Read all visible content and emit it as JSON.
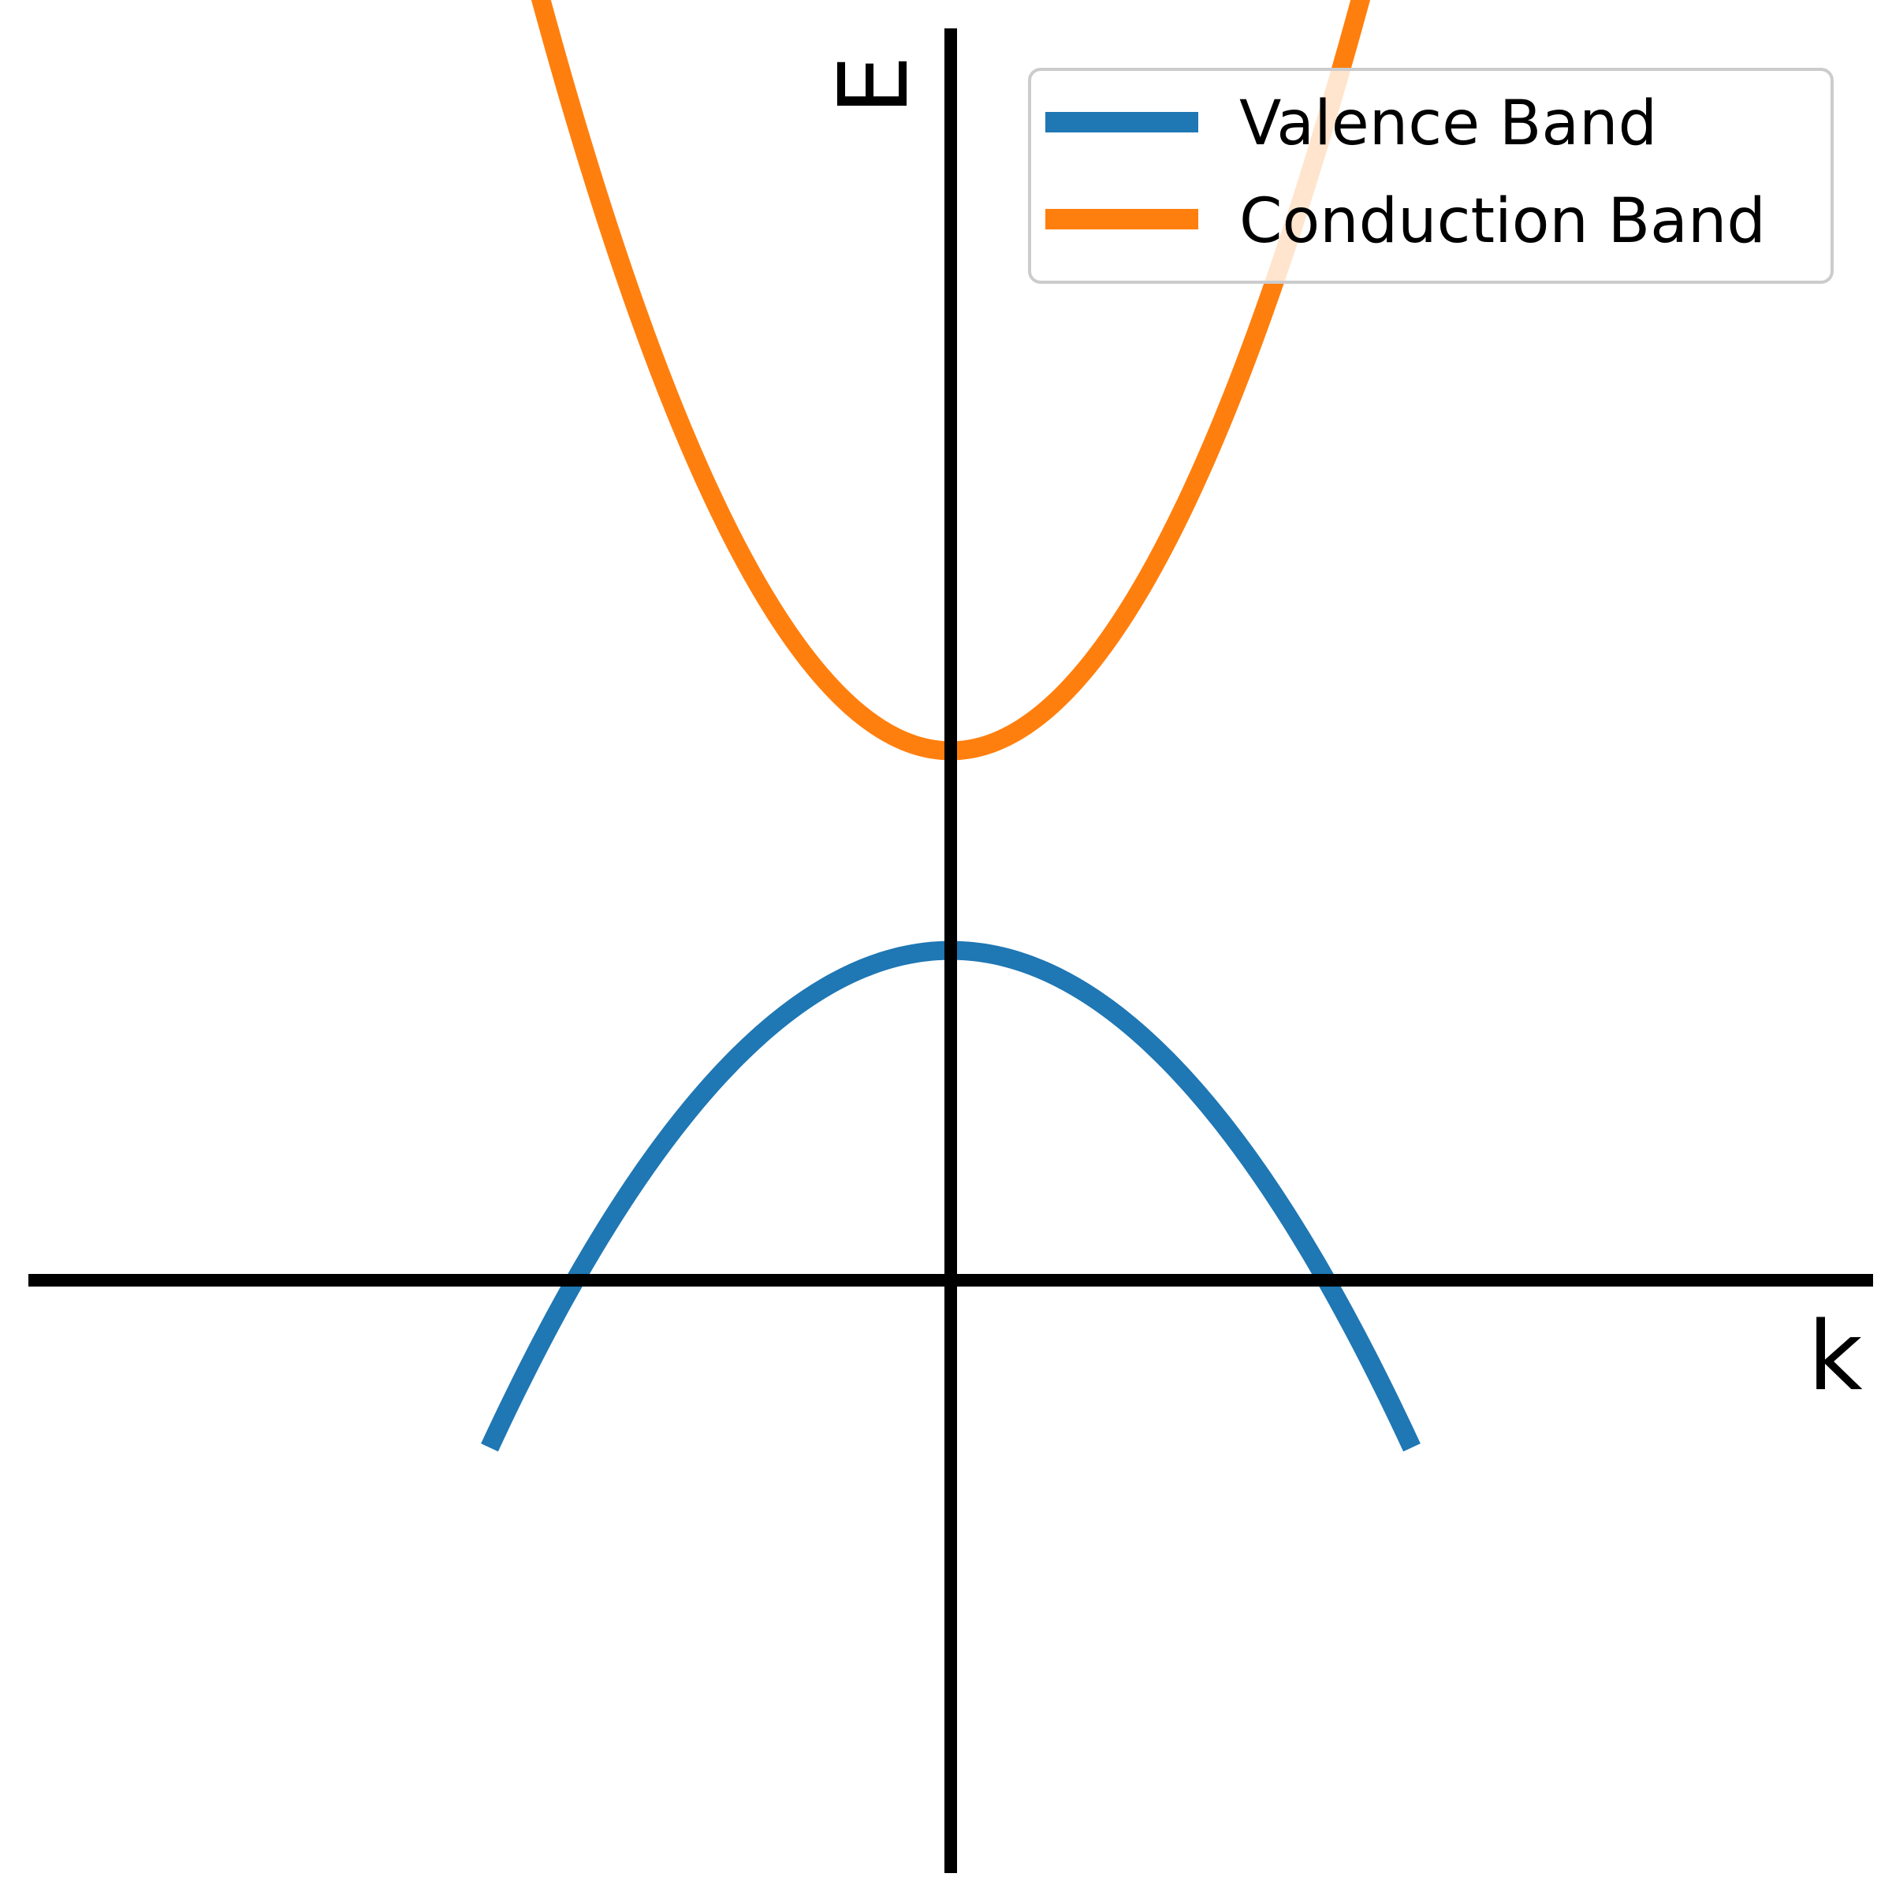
{
  "chart_data": {
    "type": "line",
    "xlabel": "k",
    "ylabel": "E",
    "xlim": [
      -2,
      2
    ],
    "ylim": [
      -1,
      1
    ],
    "grid": false,
    "legend_placement": "top-right",
    "series": [
      {
        "name": "Valence Band",
        "color": "#1f77b4",
        "x": [
          -1,
          -0.75,
          -0.5,
          -0.25,
          0,
          0.25,
          0.5,
          0.75,
          1
        ],
        "y": [
          -0.54,
          -0.3,
          -0.135,
          -0.034,
          0,
          -0.034,
          -0.135,
          -0.3,
          -0.54
        ]
      },
      {
        "name": "Conduction Band",
        "color": "#ff7f0e",
        "x": [
          -1,
          -0.75,
          -0.5,
          -0.25,
          0,
          0.25,
          0.5,
          0.75,
          1
        ],
        "y": [
          1.24,
          0.8,
          0.5,
          0.29,
          0.16,
          0.29,
          0.5,
          0.8,
          1.24
        ]
      }
    ]
  }
}
